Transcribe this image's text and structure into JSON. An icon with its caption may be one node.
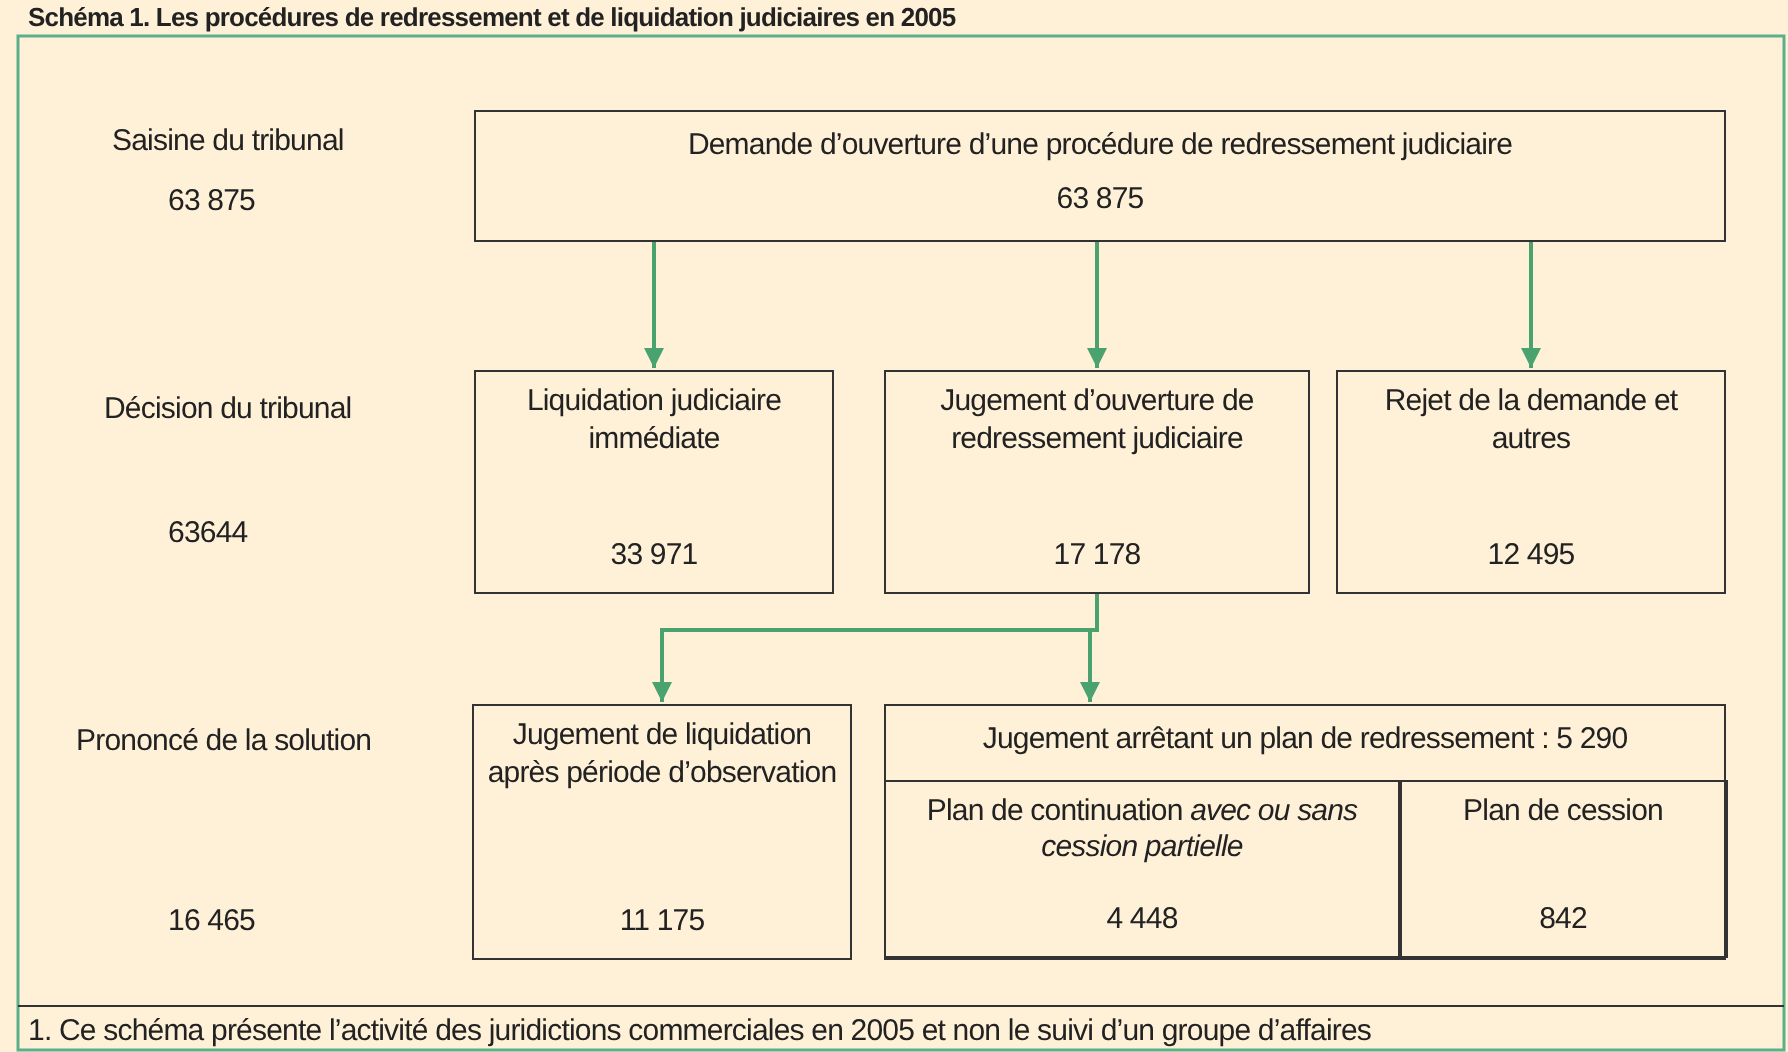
{
  "diagram": {
    "title": "Schéma 1. Les procédures de redressement et de liquidation judiciaires en 2005",
    "nodes": [
      {
        "text": [
          "Demande d’ouverture d’une procédure de redressement judiciaire",
          "63 875"
        ]
      },
      {
        "text": [
          "Liquidation judiciaire immédiate",
          "33 971"
        ]
      },
      {
        "text": [
          "Jugement d’ouverture de redressement judiciaire",
          "17 178"
        ]
      },
      {
        "text": [
          "Rejet de la demande et autres",
          "12 495"
        ]
      },
      {
        "text": [
          "Jugement de liquidation après période d’observation",
          "11 175"
        ]
      },
      {
        "text": [
          "Jugement arrêtant un plan de redressement : 5 290"
        ]
      },
      {
        "text": [
          "Plan de continuation *avec ou sans cession partielle*",
          "4 448"
        ],
        "in": 5
      },
      {
        "text": [
          "Plan de cession",
          "842"
        ],
        "in": 5
      }
    ],
    "edges": [
      {
        "from": 0,
        "to": 1,
        "arrow": "to"
      },
      {
        "from": 0,
        "to": 2,
        "arrow": "to"
      },
      {
        "from": 0,
        "to": 3,
        "arrow": "to"
      },
      {
        "from": 2,
        "to": 4,
        "arrow": "to"
      },
      {
        "from": 2,
        "to": 5,
        "arrow": "to"
      }
    ],
    "labels": [
      "Saisine du tribunal",
      "63 875",
      "Décision du tribunal",
      "63644",
      "Prononcé de la solution",
      "16 465",
      "1. Ce schéma présente l’activité des juridictions commerciales en 2005 et non le suivi d’un groupe d’affaires"
    ]
  }
}
